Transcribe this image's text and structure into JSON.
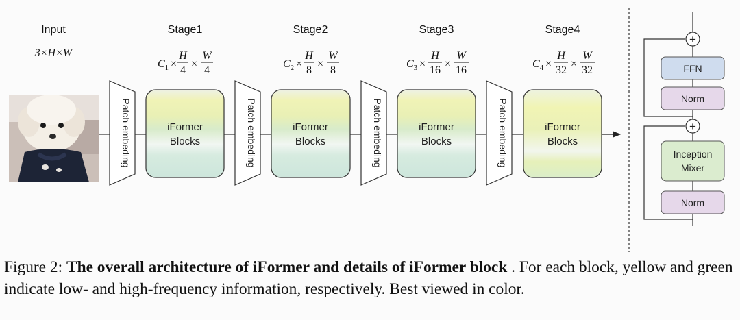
{
  "input": {
    "title": "Input",
    "dims": "3×H×W"
  },
  "stages": [
    {
      "title": "Stage1",
      "channel": "C",
      "sub": "1",
      "divisor": "4",
      "patch_label": "Patch embeding",
      "block_label_1": "iFormer",
      "block_label_2": "Blocks"
    },
    {
      "title": "Stage2",
      "channel": "C",
      "sub": "2",
      "divisor": "8",
      "patch_label": "Patch embeding",
      "block_label_1": "iFormer",
      "block_label_2": "Blocks"
    },
    {
      "title": "Stage3",
      "channel": "C",
      "sub": "3",
      "divisor": "16",
      "patch_label": "Patch embeding",
      "block_label_1": "iFormer",
      "block_label_2": "Blocks"
    },
    {
      "title": "Stage4",
      "channel": "C",
      "sub": "4",
      "divisor": "32",
      "patch_label": "Patch embeding",
      "block_label_1": "iFormer",
      "block_label_2": "Blocks"
    }
  ],
  "formula": {
    "h": "H",
    "w": "W",
    "times": "×"
  },
  "block_detail": {
    "ffn": "FFN",
    "norm_top": "Norm",
    "mixer_line1": "Inception",
    "mixer_line2": "Mixer",
    "norm_bottom": "Norm",
    "plus": "+"
  },
  "caption": {
    "prefix": "Figure 2: ",
    "bold": "The overall architecture of iFormer and details of iFormer block",
    "rest": " .  For each block, yellow and green indicate low- and high-frequency information, respectively. Best viewed in color."
  },
  "colors": {
    "block_yellow": "#f1f3b9",
    "block_green": "#cfe8dc",
    "ffn_blue": "#cfdcee",
    "norm_pink": "#e6d8ea",
    "mixer_green": "#dbeccf"
  }
}
